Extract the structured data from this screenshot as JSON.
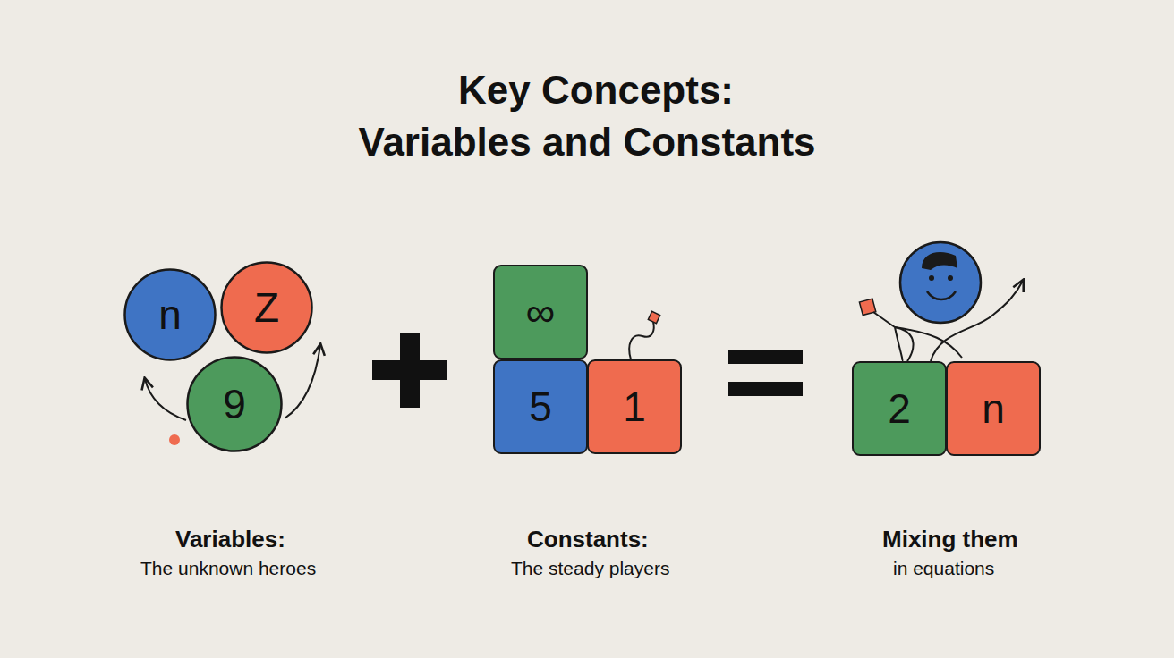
{
  "diagram": {
    "title": "Key Concepts: Variables and Constants",
    "nodes": [
      {
        "text": [
          "n"
        ]
      },
      {
        "text": [
          "Z"
        ]
      },
      {
        "text": [
          "9"
        ]
      },
      {
        "text": [
          "∞"
        ]
      },
      {
        "text": [
          "5"
        ]
      },
      {
        "text": [
          "1"
        ]
      },
      {
        "text": [
          "2"
        ]
      },
      {
        "text": [
          "n"
        ]
      }
    ],
    "labels": [
      "Variables:",
      "The unknown heroes",
      "Constants:",
      "The steady players",
      "Mixing them",
      "in equations"
    ]
  }
}
